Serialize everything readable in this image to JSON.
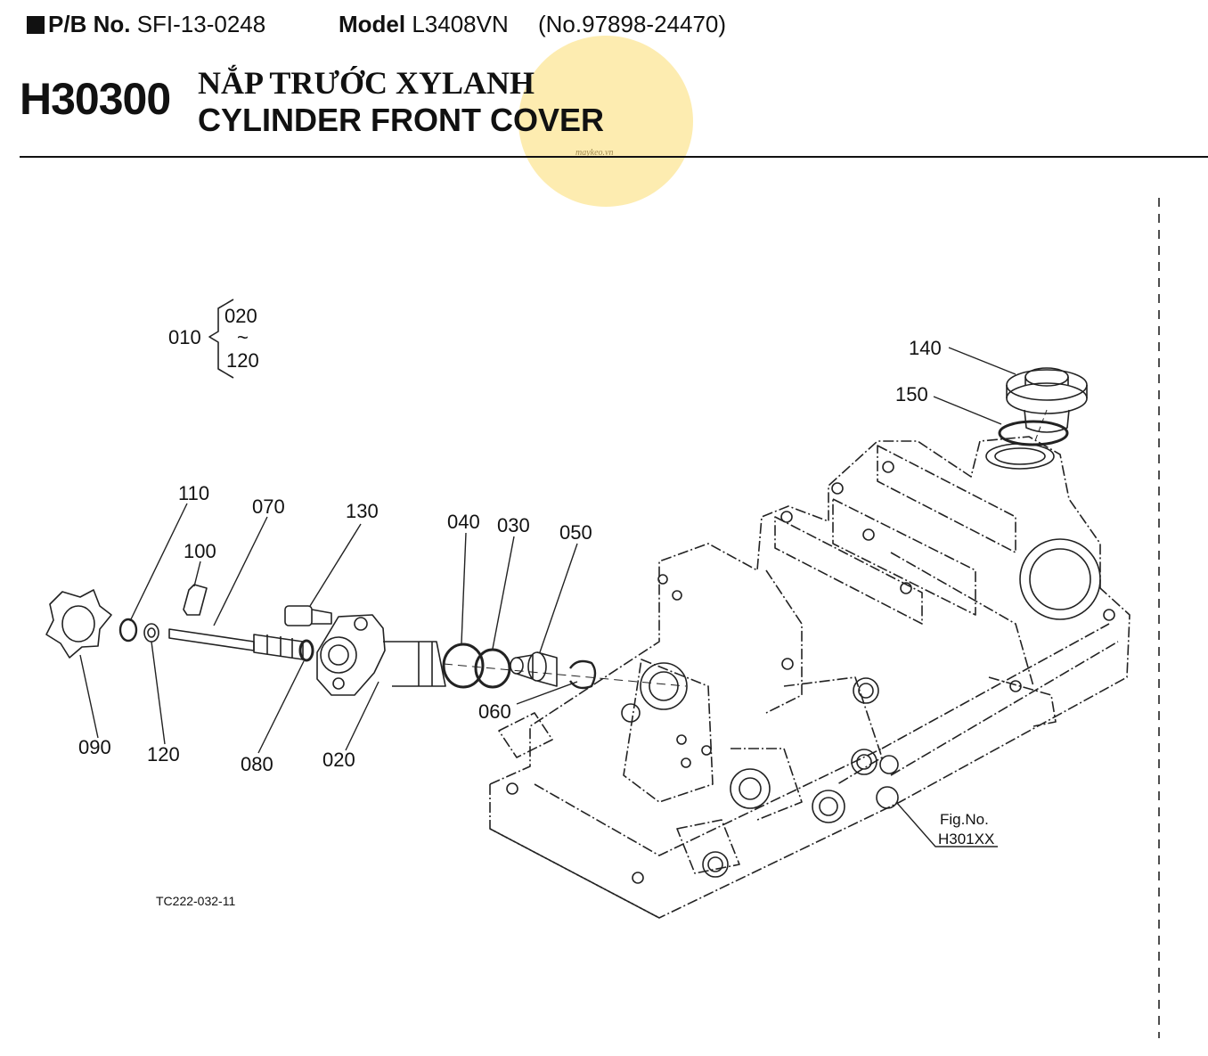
{
  "header": {
    "pb_label": "P/B No.",
    "pb_value": "SFI-13-0248",
    "model_label": "Model",
    "model_value": "L3408VN",
    "serial": "(No.97898-24470)"
  },
  "section": {
    "code": "H30300",
    "title_vn": "NẮP TRƯỚC XYLANH",
    "title_en": "CYLINDER FRONT COVER"
  },
  "watermark": {
    "text": "maykeo.vn",
    "color": "#fde9a2"
  },
  "assembly": {
    "parent": "010",
    "from": "020",
    "tilde": "~",
    "to": "120"
  },
  "callouts": {
    "p110": "110",
    "p070": "070",
    "p130": "130",
    "p100": "100",
    "p040": "040",
    "p030": "030",
    "p050": "050",
    "p140": "140",
    "p150": "150",
    "p090": "090",
    "p120": "120",
    "p080": "080",
    "p020": "020",
    "p060": "060"
  },
  "fig_ref": {
    "label": "Fig.No.",
    "value": "H301XX"
  },
  "drawing_code": "TC222-032-11"
}
